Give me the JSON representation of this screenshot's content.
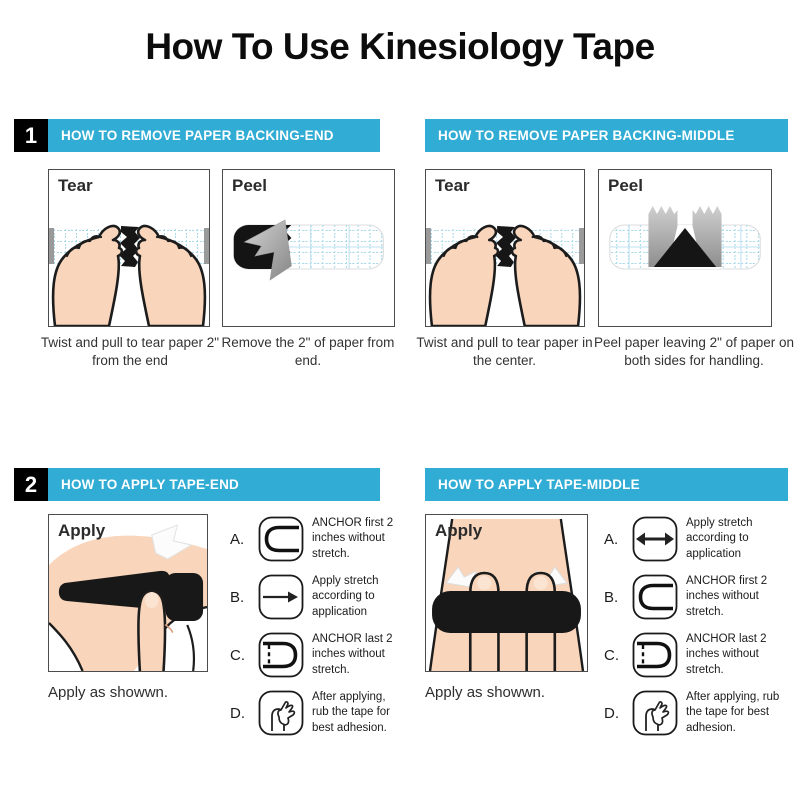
{
  "title": "How To Use Kinesiology Tape",
  "colors": {
    "accent": "#31ACD4",
    "number_box": "#000000",
    "tape": "#161616",
    "skin": "#F8D5BB",
    "grid_blue": "#A6D9EA",
    "header_text": "#FFFFFF"
  },
  "sections": {
    "remove_end": {
      "number": "1",
      "header": "HOW TO REMOVE PAPER BACKING-END",
      "panels": [
        {
          "label": "Tear",
          "icon": "tear-end-illustration",
          "caption": "Twist and pull to tear paper 2\" from the end"
        },
        {
          "label": "Peel",
          "icon": "peel-end-illustration",
          "caption": "Remove the 2\" of paper from end."
        }
      ]
    },
    "remove_middle": {
      "header": "HOW TO REMOVE PAPER BACKING-MIDDLE",
      "panels": [
        {
          "label": "Tear",
          "icon": "tear-middle-illustration",
          "caption": "Twist and pull to tear paper in the center."
        },
        {
          "label": "Peel",
          "icon": "peel-middle-illustration",
          "caption": "Peel paper leaving 2\" of paper on both sides for handling."
        }
      ]
    },
    "apply_end": {
      "number": "2",
      "header": "HOW TO APPLY TAPE-END",
      "panel_label": "Apply",
      "caption": "Apply as showwn.",
      "steps": [
        {
          "letter": "A.",
          "icon": "anchor-first-icon",
          "text": "ANCHOR first 2 inches without stretch."
        },
        {
          "letter": "B.",
          "icon": "arrow-right-icon",
          "text": "Apply stretch according to application"
        },
        {
          "letter": "C.",
          "icon": "anchor-last-icon",
          "text": "ANCHOR last 2 inches without stretch."
        },
        {
          "letter": "D.",
          "icon": "rub-hand-icon",
          "text": "After applying, rub the tape for best adhesion."
        }
      ]
    },
    "apply_middle": {
      "header": "HOW TO APPLY TAPE-MIDDLE",
      "panel_label": "Apply",
      "caption": "Apply as showwn.",
      "steps": [
        {
          "letter": "A.",
          "icon": "stretch-both-icon",
          "text": "Apply stretch according to application"
        },
        {
          "letter": "B.",
          "icon": "anchor-first-icon",
          "text": "ANCHOR first 2 inches without stretch."
        },
        {
          "letter": "C.",
          "icon": "anchor-last-icon",
          "text": "ANCHOR last 2 inches without stretch."
        },
        {
          "letter": "D.",
          "icon": "rub-hand-icon",
          "text": "After applying, rub the tape for best adhesion."
        }
      ]
    }
  }
}
